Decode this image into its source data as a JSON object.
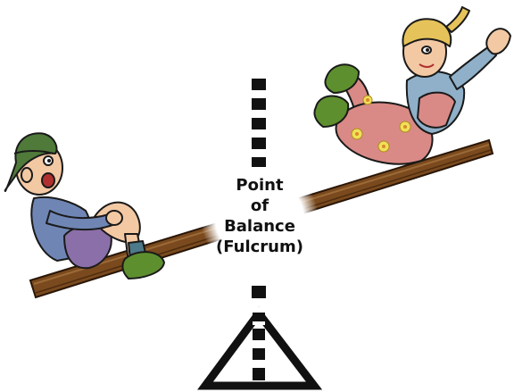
{
  "label": {
    "line1": "Point",
    "line2": "of",
    "line3": "Balance",
    "line4": "(Fulcrum)"
  },
  "colors": {
    "plank": "#7a4a1e",
    "plank_dark": "#4e2c0f",
    "dash": "#111111",
    "boy_shirt": "#6f86b5",
    "boy_shorts": "#8b6fa8",
    "boy_hat": "#4f7a3a",
    "girl_overalls": "#d98a86",
    "girl_shirt": "#8fb0c8",
    "shoe": "#5e8f2e",
    "skin": "#f3c9a4",
    "hair": "#e6c25a",
    "flower": "#f0e05a"
  }
}
